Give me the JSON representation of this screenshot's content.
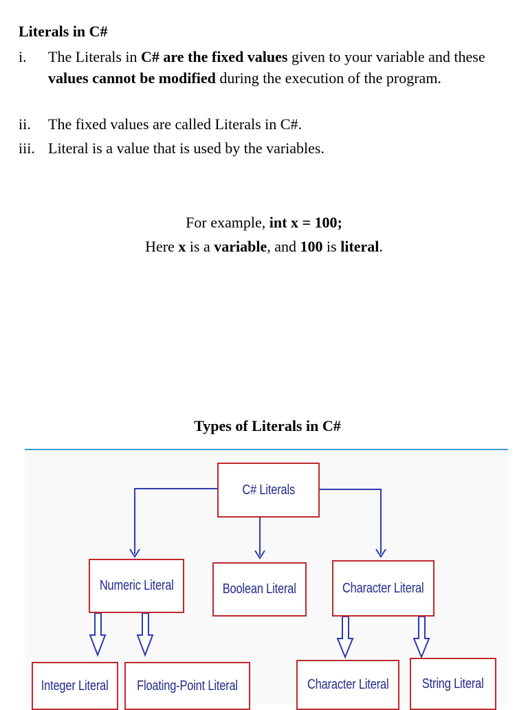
{
  "section": {
    "heading": "Literals in C#",
    "items": [
      {
        "num": "i.",
        "parts": [
          {
            "t": "The Literals in "
          },
          {
            "t": "C# are the fixed values",
            "b": true
          },
          {
            "t": " given to your variable and these "
          },
          {
            "t": "values cannot be modified",
            "b": true
          },
          {
            "t": " during the execution of the program."
          }
        ]
      },
      {
        "num": "ii.",
        "parts": [
          {
            "t": "The fixed values are called Literals in C#."
          }
        ]
      },
      {
        "num": "iii.",
        "parts": [
          {
            "t": "Literal is a value that is used by the variables."
          }
        ]
      }
    ]
  },
  "example": {
    "line1": [
      {
        "t": "For example, "
      },
      {
        "t": "int x = 100;",
        "b": true
      }
    ],
    "line2": [
      {
        "t": "Here "
      },
      {
        "t": "x",
        "b": true
      },
      {
        "t": " is a "
      },
      {
        "t": "variable",
        "b": true
      },
      {
        "t": ", and "
      },
      {
        "t": "100",
        "b": true
      },
      {
        "t": " is "
      },
      {
        "t": "literal",
        "b": true
      },
      {
        "t": "."
      }
    ]
  },
  "diagram": {
    "title": "Types of Literals in C#",
    "root": "C# Literals",
    "level1": {
      "numeric": "Numeric Literal",
      "boolean": "Boolean Literal",
      "character": "Character Literal"
    },
    "level2": {
      "integer": "Integer Literal",
      "floating": "Floating-Point Literal",
      "character": "Character Literal",
      "string": "String Literal"
    },
    "colors": {
      "box_border": "#c0282d",
      "connector": "#2d3bb0",
      "rule": "#3a9ad9"
    }
  }
}
